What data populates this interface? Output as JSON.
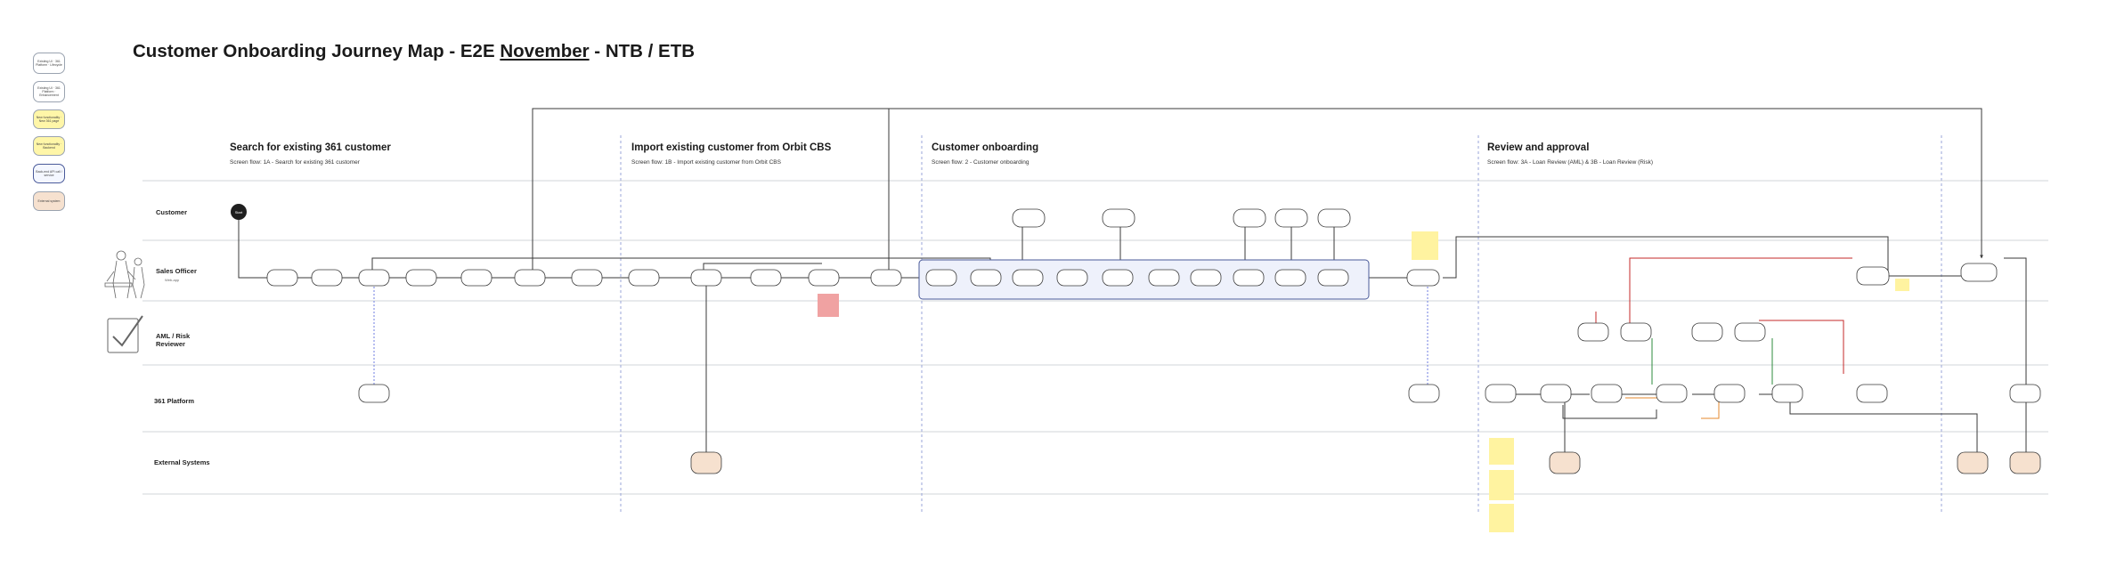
{
  "title": {
    "prefix": "Customer Onboarding Journey Map - E2E ",
    "month": "November",
    "suffix": " - NTB / ETB"
  },
  "sections": [
    {
      "title": "Search for existing 361 customer",
      "subtitle": "Screen flow: 1A - Search for existing 361 customer"
    },
    {
      "title": "Import existing customer from Orbit CBS",
      "subtitle": "Screen flow: 1B - Import existing customer from Orbit CBS"
    },
    {
      "title": "Customer onboarding",
      "subtitle": "Screen flow: 2 - Customer onboarding"
    },
    {
      "title": "Review and approval",
      "subtitle": "Screen flow: 3A - Loan Review (AML) & 3B - Loan Review (Risk)"
    }
  ],
  "lanes": [
    {
      "label": "Customer"
    },
    {
      "label": "Sales Officer",
      "tag": "Web-app"
    },
    {
      "label": "AML / Risk Reviewer"
    },
    {
      "label": "361 Platform"
    },
    {
      "label": "External Systems"
    }
  ],
  "legend": [
    {
      "label": "Existing UI · 361 Platform · Lifecycle",
      "fill": "#ffffff"
    },
    {
      "label": "Existing UI · 361 Platform · Enhancement",
      "fill": "#ffffff"
    },
    {
      "label": "New functionality · New 361 page",
      "fill": "#fff6a8"
    },
    {
      "label": "New functionality · Backend",
      "fill": "#fff6a8"
    },
    {
      "label": "Back-end API call / service",
      "fill": "#f4f7ff"
    },
    {
      "label": "External system",
      "fill": "#f6e1cf"
    }
  ],
  "start_label": "Start",
  "colors": {
    "lane_line": "#d0d4da",
    "section_divider": "#9aa6d8",
    "flow": "#3a3a3a",
    "approved": "#2e8b3e",
    "rejected": "#c62828",
    "returned": "#e58a2c",
    "async": "#6f7ee0",
    "note": "#fff3a0",
    "external": "#f6e1cf",
    "start": "#1f1f1f"
  }
}
